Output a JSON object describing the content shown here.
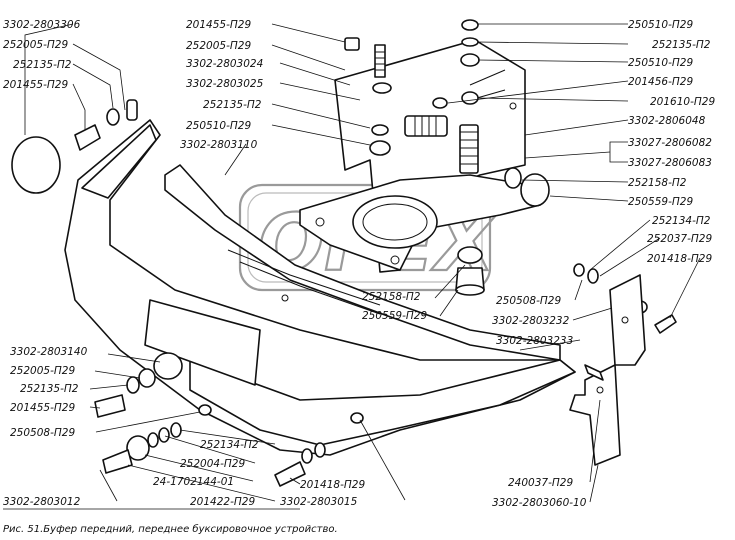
{
  "watermark": "OPEX",
  "caption": "Рис. 51.Буфер передний, переднее буксировочное устройство.",
  "labels": [
    "3302-2803306",
    "252005-П29",
    "252135-П2",
    "201455-П29",
    "201455-П29",
    "252005-П29",
    "3302-2803024",
    "3302-2803025",
    "252135-П2",
    "250510-П29",
    "3302-2803110",
    "250510-П29",
    "252135-П2",
    "250510-П29",
    "201456-П29",
    "201610-П29",
    "3302-2806048",
    "33027-2806082",
    "33027-2806083",
    "252158-П2",
    "250559-П29",
    "252134-П2",
    "252037-П29",
    "201418-П29",
    "252158-П2",
    "250559-П29",
    "250508-П29",
    "3302-2803232",
    "3302-2803233",
    "3302-2803140",
    "252005-П29",
    "252135-П2",
    "201455-П29",
    "250508-П29",
    "252134-П2",
    "252004-П29",
    "24-1702144-01",
    "201418-П29",
    "201422-П29",
    "3302-2803015",
    "3302-2803012",
    "240037-П29",
    "3302-2803060-10"
  ]
}
